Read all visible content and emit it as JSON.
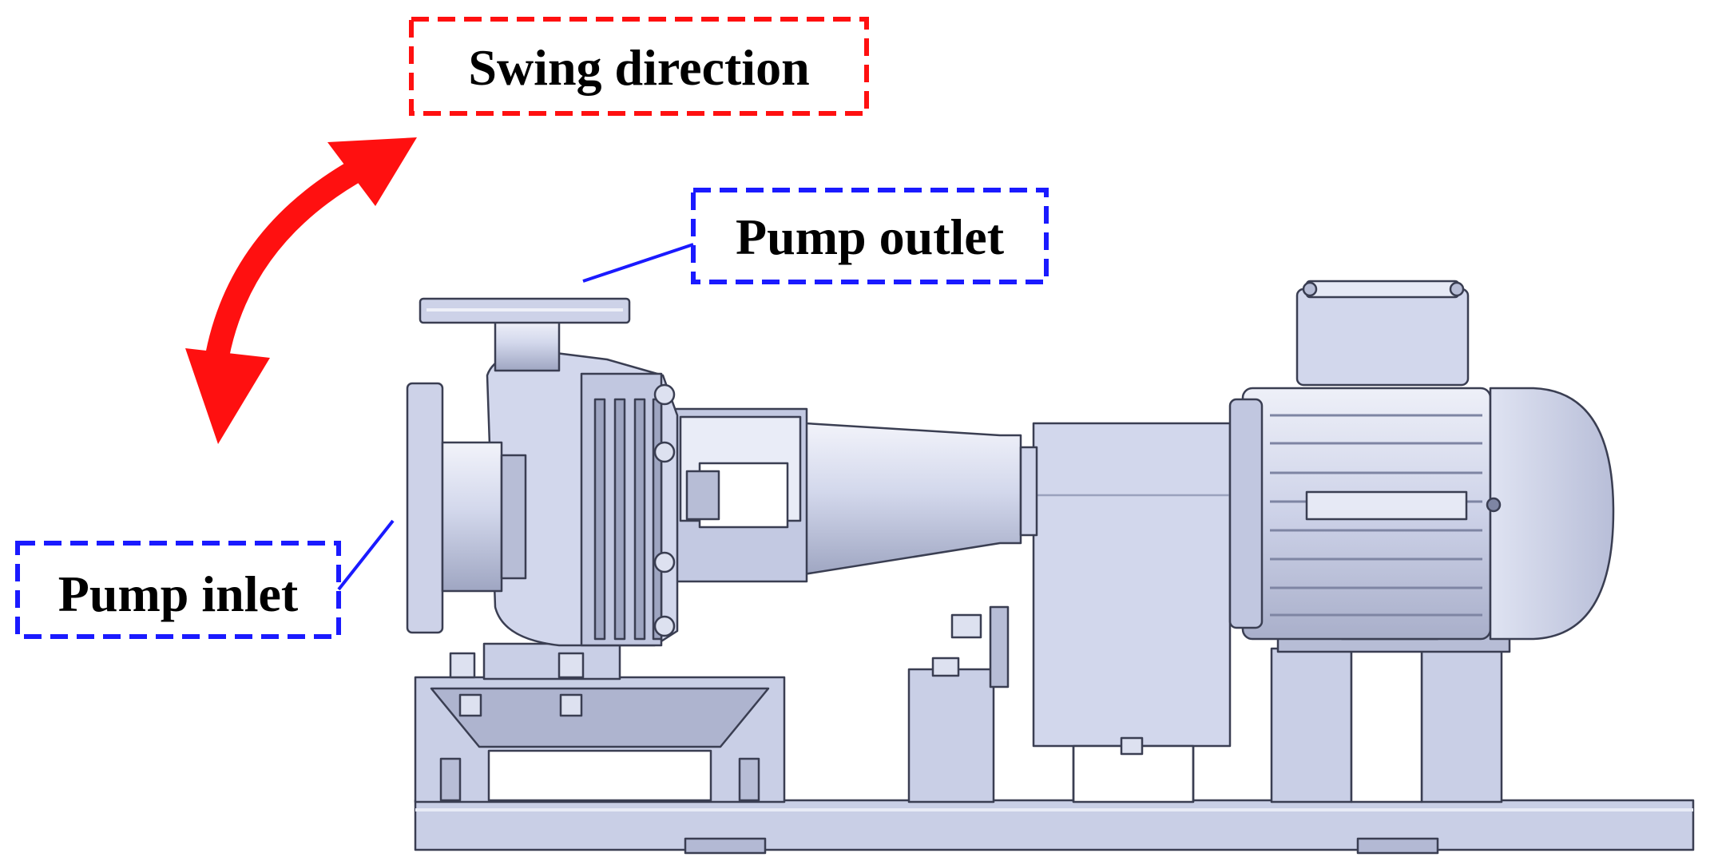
{
  "labels": {
    "swing_direction": "Swing direction",
    "pump_outlet": "Pump outlet",
    "pump_inlet": "Pump inlet"
  },
  "colors": {
    "swing": "#ff1010",
    "callout": "#1a1aff",
    "body": "#c9cfe6",
    "body_light": "#e6e9f5",
    "body_dark": "#9aa1bd",
    "outline": "#3a3e52"
  }
}
